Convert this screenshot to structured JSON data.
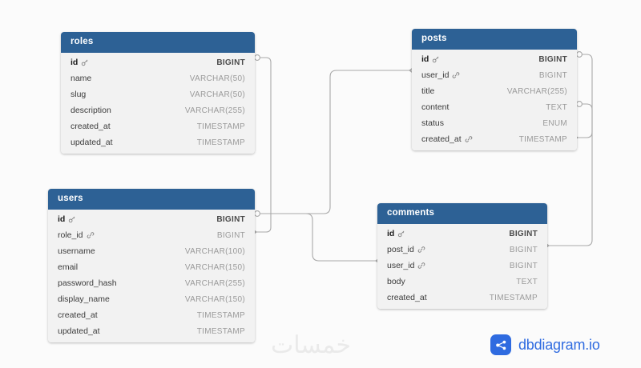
{
  "diagram": {
    "tool": "dbdiagram.io",
    "watermark_text": "خمسات",
    "brand_label": "dbdiagram.io",
    "colors": {
      "header": "#2d6195",
      "table_body": "#f2f2f2",
      "canvas": "#fbfbfb",
      "link_line": "#a8a8a8",
      "brand": "#2f6be0",
      "watermark": "#eaeaea"
    },
    "icons": {
      "primary_key": "key-icon",
      "foreign_key": "link-icon",
      "brand": "share-nodes-icon"
    }
  },
  "tables": [
    {
      "name": "roles",
      "fields": [
        {
          "name": "id",
          "type": "BIGINT",
          "key": "pk"
        },
        {
          "name": "name",
          "type": "VARCHAR(50)",
          "key": ""
        },
        {
          "name": "slug",
          "type": "VARCHAR(50)",
          "key": ""
        },
        {
          "name": "description",
          "type": "VARCHAR(255)",
          "key": ""
        },
        {
          "name": "created_at",
          "type": "TIMESTAMP",
          "key": ""
        },
        {
          "name": "updated_at",
          "type": "TIMESTAMP",
          "key": ""
        }
      ]
    },
    {
      "name": "users",
      "fields": [
        {
          "name": "id",
          "type": "BIGINT",
          "key": "pk"
        },
        {
          "name": "role_id",
          "type": "BIGINT",
          "key": "fk"
        },
        {
          "name": "username",
          "type": "VARCHAR(100)",
          "key": ""
        },
        {
          "name": "email",
          "type": "VARCHAR(150)",
          "key": ""
        },
        {
          "name": "password_hash",
          "type": "VARCHAR(255)",
          "key": ""
        },
        {
          "name": "display_name",
          "type": "VARCHAR(150)",
          "key": ""
        },
        {
          "name": "created_at",
          "type": "TIMESTAMP",
          "key": ""
        },
        {
          "name": "updated_at",
          "type": "TIMESTAMP",
          "key": ""
        }
      ]
    },
    {
      "name": "posts",
      "fields": [
        {
          "name": "id",
          "type": "BIGINT",
          "key": "pk"
        },
        {
          "name": "user_id",
          "type": "BIGINT",
          "key": "fk"
        },
        {
          "name": "title",
          "type": "VARCHAR(255)",
          "key": ""
        },
        {
          "name": "content",
          "type": "TEXT",
          "key": ""
        },
        {
          "name": "status",
          "type": "ENUM",
          "key": ""
        },
        {
          "name": "created_at",
          "type": "TIMESTAMP",
          "key": "fk"
        }
      ]
    },
    {
      "name": "comments",
      "fields": [
        {
          "name": "id",
          "type": "BIGINT",
          "key": "pk"
        },
        {
          "name": "post_id",
          "type": "BIGINT",
          "key": "fk"
        },
        {
          "name": "user_id",
          "type": "BIGINT",
          "key": "fk"
        },
        {
          "name": "body",
          "type": "TEXT",
          "key": ""
        },
        {
          "name": "created_at",
          "type": "TIMESTAMP",
          "key": ""
        }
      ]
    }
  ],
  "relationships": [
    {
      "from": "roles.id",
      "to": "users.role_id",
      "type": "one-to-many"
    },
    {
      "from": "users.id",
      "to": "posts.user_id",
      "type": "one-to-many"
    },
    {
      "from": "users.id",
      "to": "comments.user_id",
      "type": "one-to-many"
    },
    {
      "from": "posts.id",
      "to": "comments.post_id",
      "type": "one-to-many"
    },
    {
      "from": "posts.content",
      "to": "posts.created_at",
      "type": "one-to-many"
    }
  ]
}
